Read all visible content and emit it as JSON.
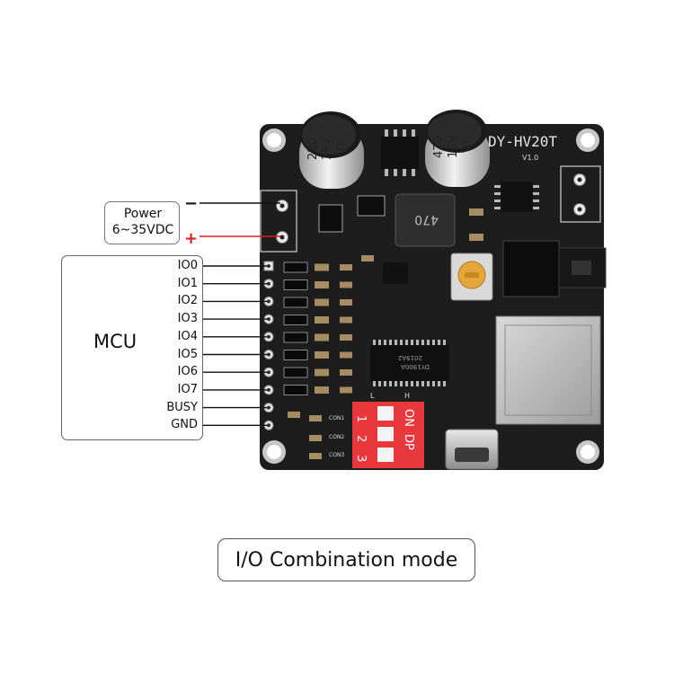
{
  "mcu": {
    "label": "MCU"
  },
  "pins": [
    {
      "label": "IO0"
    },
    {
      "label": "IO1"
    },
    {
      "label": "IO2"
    },
    {
      "label": "IO3"
    },
    {
      "label": "IO4"
    },
    {
      "label": "IO5"
    },
    {
      "label": "IO6"
    },
    {
      "label": "IO7"
    },
    {
      "label": "BUSY"
    },
    {
      "label": "GND"
    }
  ],
  "power": {
    "title": "Power",
    "range": "6~35VDC",
    "minus_sign": "−",
    "plus_sign": "+",
    "plus_color": "#e01b1b",
    "minus_color": "#111111"
  },
  "board": {
    "model": "DY-HV20T",
    "version": "V1.0",
    "cap1": {
      "value": "220",
      "voltage": "35V",
      "mark": "VT"
    },
    "cap2": {
      "value": "470",
      "voltage": "16V",
      "mark": "VT"
    },
    "inductor": "470",
    "chip_text_1": "DY1900A",
    "chip_text_2": "2019A2",
    "dip_on": "ON",
    "dip_dp": "DP",
    "dip_numbers": [
      "1",
      "2",
      "3"
    ],
    "dip_l": "L",
    "dip_h": "H",
    "con_labels": [
      "CON1",
      "CON2",
      "CON3"
    ],
    "pcb_color": "#1c1d1c",
    "dip_color": "#e8383c"
  },
  "mode": {
    "label": "I/O Combination mode"
  }
}
